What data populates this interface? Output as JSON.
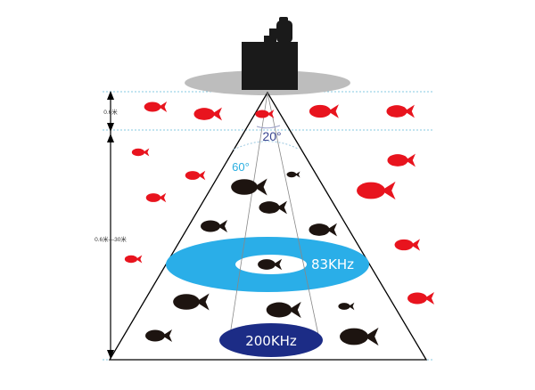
{
  "depth_labels": {
    "near": "0.6米",
    "range": "0.6米—30米"
  },
  "angles": {
    "narrow": "20°",
    "wide": "60°"
  },
  "frequencies": {
    "wide_beam": "83KHz",
    "narrow_beam": "200KHz"
  },
  "colors": {
    "red_fish": "#e8141e",
    "dark_fish": "#1d1410",
    "wide_ring": "#2aaee8",
    "narrow_ellipse": "#1c2c86",
    "narrow_angle_text": "#3a4590",
    "wide_angle_text": "#29aee0",
    "dotted_line": "#86c8e0",
    "water_surface": "#bdbdbd",
    "device": "#1a1a1a"
  }
}
